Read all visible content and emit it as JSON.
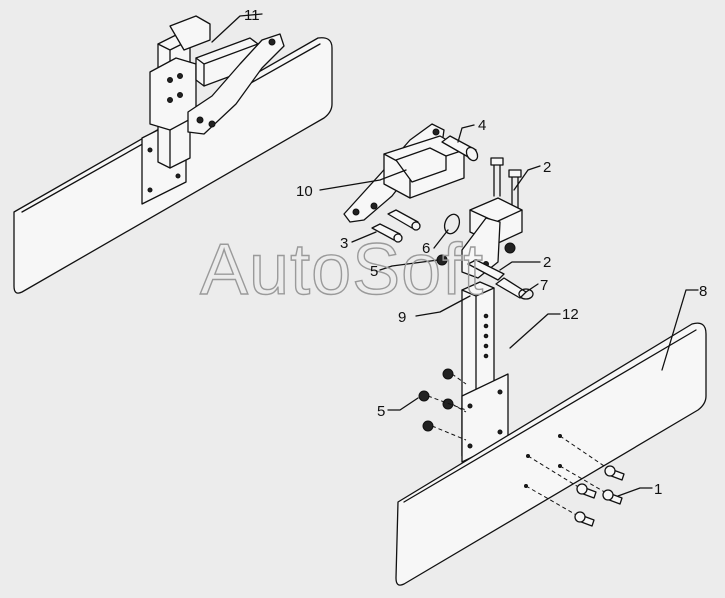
{
  "watermark": "AutoSoft",
  "callouts": [
    {
      "id": "c11",
      "text": "11"
    },
    {
      "id": "c4",
      "text": "4"
    },
    {
      "id": "c2a",
      "text": "2"
    },
    {
      "id": "c10",
      "text": "10"
    },
    {
      "id": "c3",
      "text": "3"
    },
    {
      "id": "c6",
      "text": "6"
    },
    {
      "id": "c5a",
      "text": "5"
    },
    {
      "id": "c2b",
      "text": "2"
    },
    {
      "id": "c7",
      "text": "7"
    },
    {
      "id": "c9",
      "text": "9"
    },
    {
      "id": "c12",
      "text": "12"
    },
    {
      "id": "c8",
      "text": "8"
    },
    {
      "id": "c5b",
      "text": "5"
    },
    {
      "id": "c1",
      "text": "1"
    }
  ]
}
